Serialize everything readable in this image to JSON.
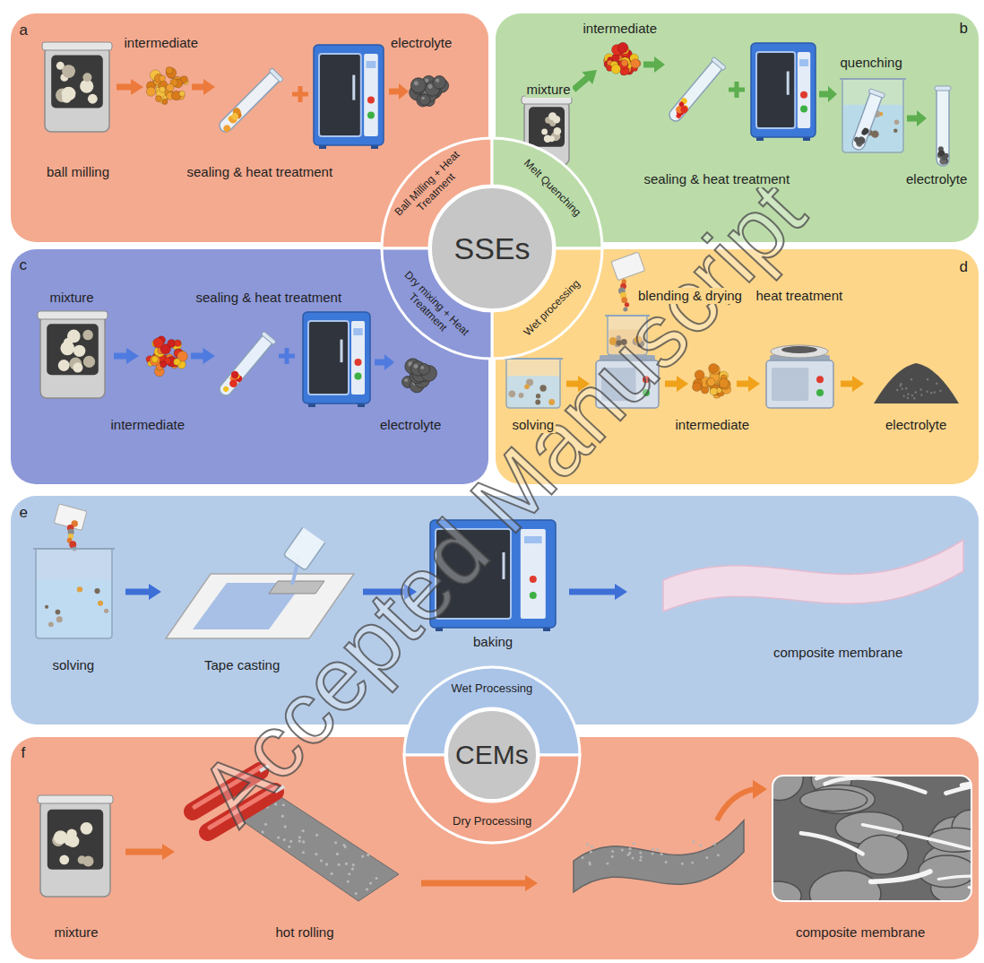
{
  "diagram": {
    "nodes": [
      {
        "text": [
          "a",
          "intermediate",
          "electrolyte",
          "ball milling",
          "sealing & heat treatment"
        ]
      },
      {
        "text": [
          "b",
          "intermediate",
          "quenching",
          "mixture",
          "sealing & heat treatment",
          "electrolyte"
        ]
      },
      {
        "text": [
          "c",
          "mixture",
          "sealing & heat treatment",
          "intermediate",
          "electrolyte"
        ]
      },
      {
        "text": [
          "d",
          "blending & drying",
          "heat treatment",
          "solving",
          "intermediate",
          "electrolyte"
        ]
      },
      {
        "text": [
          "Ball Milling + Heat Treatment",
          "Melt Quenching",
          "Dry mixing + Heat Treatment",
          "Wet processing"
        ]
      },
      {
        "text": [
          "SSEs"
        ],
        "in": 4
      },
      {
        "text": [
          "e",
          "solving",
          "Tape casting",
          "baking",
          "composite membrane"
        ]
      },
      {
        "text": [
          "f",
          "mixture",
          "hot rolling",
          "composite membrane"
        ]
      },
      {
        "text": [
          "Wet Processing",
          "Dry Processing"
        ]
      },
      {
        "text": [
          "CEMs"
        ],
        "in": 8
      }
    ],
    "labels": [
      "Accepted Manuscript"
    ]
  }
}
